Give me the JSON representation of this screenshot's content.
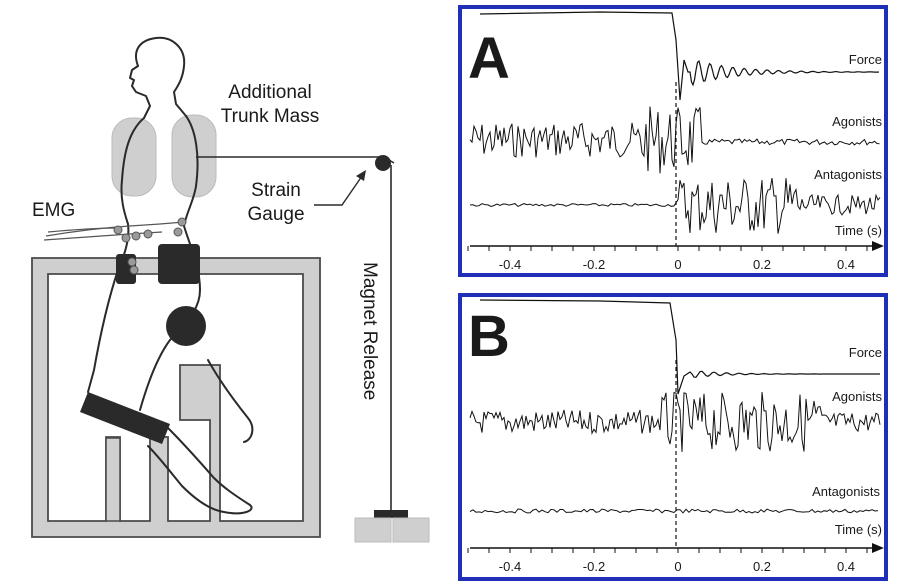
{
  "apparatus": {
    "additional_trunk_mass_line1": "Additional",
    "additional_trunk_mass_line2": "Trunk Mass",
    "strain_gauge_line1": "Strain",
    "strain_gauge_line2": "Gauge",
    "emg": "EMG",
    "magnet_release": "Magnet Release"
  },
  "panels": [
    {
      "id": "A",
      "letter": "A",
      "traces": [
        {
          "label": "Force"
        },
        {
          "label": "Agonists"
        },
        {
          "label": "Antagonists"
        }
      ],
      "axis_label": "Time (s)",
      "ticks": [
        "-0.4",
        "-0.2",
        "0",
        "0.2",
        "0.4"
      ]
    },
    {
      "id": "B",
      "letter": "B",
      "traces": [
        {
          "label": "Force"
        },
        {
          "label": "Agonists"
        },
        {
          "label": "Antagonists"
        }
      ],
      "axis_label": "Time (s)",
      "ticks": [
        "-0.4",
        "-0.2",
        "0",
        "0.2",
        "0.4"
      ]
    }
  ],
  "colors": {
    "panel_border": "#1f2fb8",
    "frame_fill": "#cfcfcf",
    "frame_stroke": "#4a4a4a",
    "trunk_mass": "#cfcfcf",
    "dark": "#2a2a2a"
  }
}
